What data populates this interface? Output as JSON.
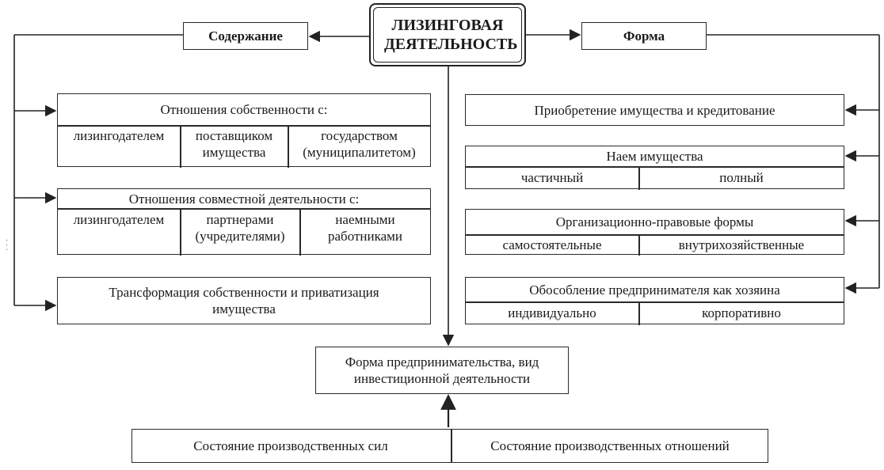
{
  "title": "ЛИЗИНГОВАЯ ДЕЯТЕЛЬНОСТЬ",
  "content": {
    "label": "Содержание",
    "ownership": {
      "header": "Отношения собственности с:",
      "cells": [
        "лизингодателем",
        "поставщиком имущества",
        "государством (муниципалитетом)"
      ]
    },
    "joint": {
      "header": "Отношения совместной деятельности с:",
      "cells": [
        "лизингодателем",
        "партнерами (учредителями)",
        "наемными работниками"
      ]
    },
    "transformation": "Трансформация собственности и приватизация имущества"
  },
  "form": {
    "label": "Форма",
    "acquisition": "Приобретение имущества и кредитование",
    "hire": {
      "header": "Наем имущества",
      "cells": [
        "частичный",
        "полный"
      ]
    },
    "legal": {
      "header": "Организационно-правовые формы",
      "cells": [
        "самостоятельные",
        "внутрихозяйственные"
      ]
    },
    "separation": {
      "header": "Обособление предпринимателя как хозяина",
      "cells": [
        "индивидуально",
        "корпоративно"
      ]
    }
  },
  "result": "Форма предпринимательства, вид инвестиционной деятельности",
  "bottom": {
    "left": "Состояние производственных сил",
    "right": "Состояние производственных отношений"
  }
}
